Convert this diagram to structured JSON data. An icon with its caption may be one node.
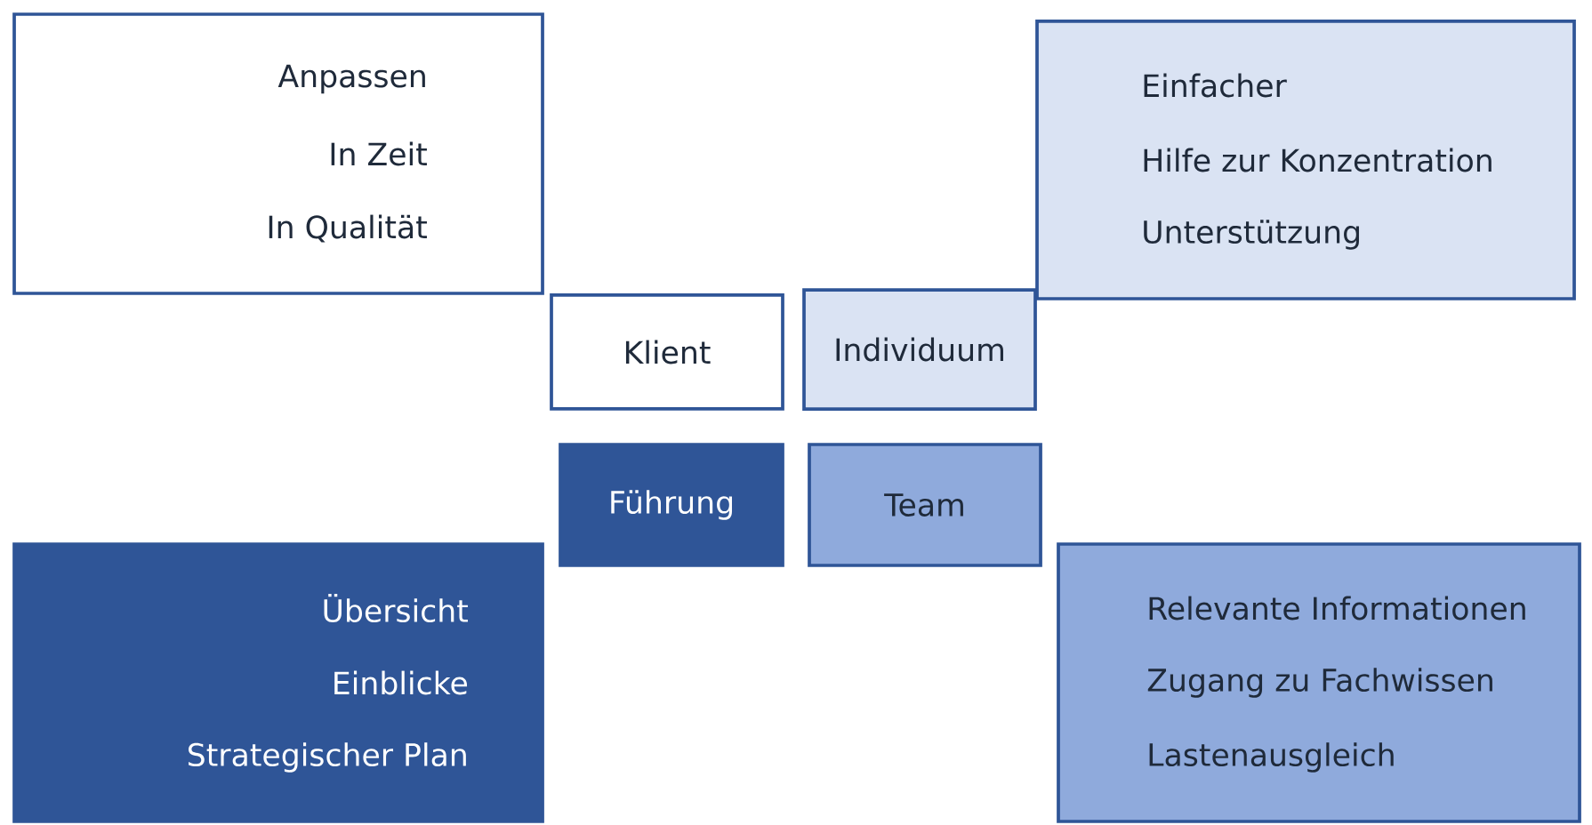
{
  "diagram": {
    "nodes": [
      {
        "text": [
          "Anpassen",
          "In Zeit",
          "In Qualität"
        ]
      },
      {
        "text": [
          "Einfacher",
          "Hilfe zur Konzentration",
          "Unterstützung"
        ]
      },
      {
        "text": [
          "Klient"
        ]
      },
      {
        "text": [
          "Individuum"
        ]
      },
      {
        "text": [
          "Führung"
        ]
      },
      {
        "text": [
          "Team"
        ]
      },
      {
        "text": [
          "Übersicht",
          "Einblicke",
          "Strategischer Plan"
        ]
      },
      {
        "text": [
          "Relevante Informationen",
          "Zugang zu Fachwissen",
          "Lastenausgleich"
        ]
      }
    ]
  }
}
